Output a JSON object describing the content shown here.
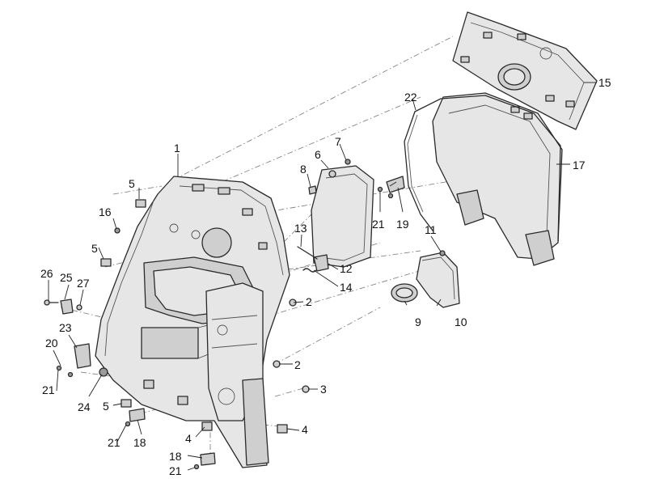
{
  "callouts": [
    "1",
    "2",
    "2",
    "3",
    "4",
    "4",
    "5",
    "5",
    "5",
    "6",
    "7",
    "8",
    "9",
    "10",
    "11",
    "12",
    "13",
    "14",
    "15",
    "16",
    "17",
    "18",
    "18",
    "19",
    "20",
    "21",
    "21",
    "21",
    "21",
    "21",
    "22",
    "23",
    "24",
    "25",
    "26",
    "27"
  ],
  "colors": {
    "line": "#2a2a2a",
    "dash": "#777777",
    "fill": "#e6e6e6"
  }
}
